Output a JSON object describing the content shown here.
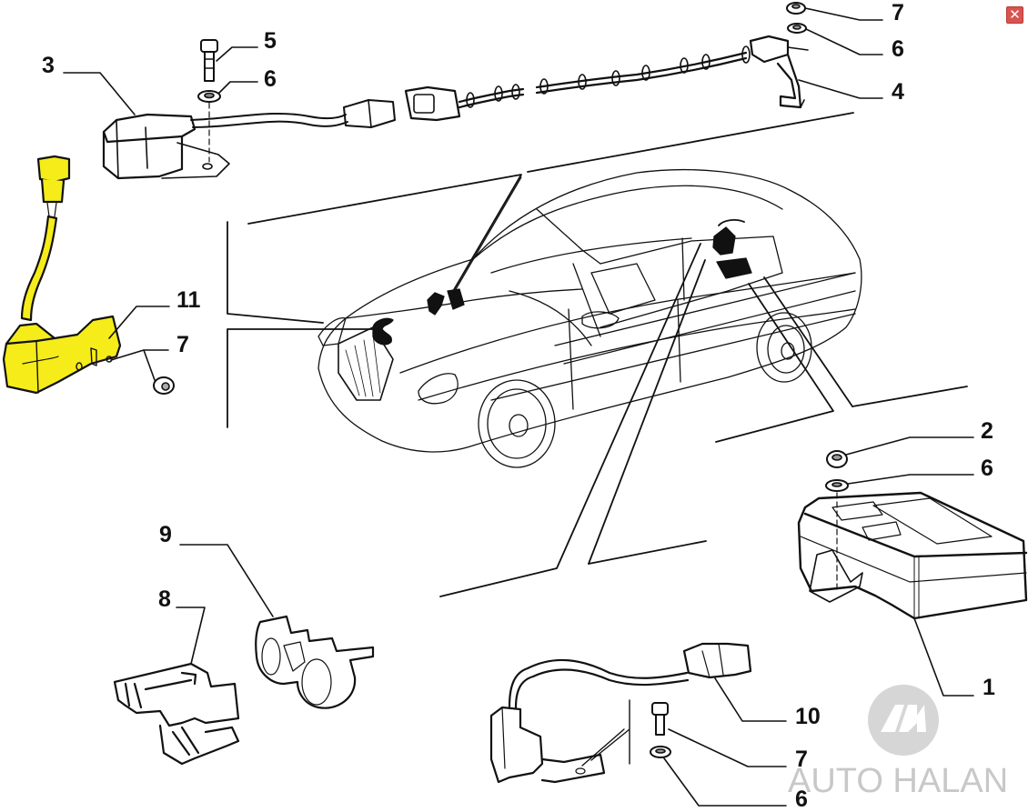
{
  "window": {
    "close_button": {
      "icon": "close-icon",
      "glyph": "✕",
      "color": "#d9534f"
    }
  },
  "diagram": {
    "title": "",
    "highlight_color": "#f5ec1a",
    "callouts": [
      {
        "id": "c3",
        "label": "3",
        "part": "sensor-module-with-cable"
      },
      {
        "id": "c5a",
        "label": "5",
        "part": "bolt"
      },
      {
        "id": "c6a",
        "label": "6",
        "part": "washer"
      },
      {
        "id": "c7a",
        "label": "7",
        "part": "nut"
      },
      {
        "id": "c6b",
        "label": "6",
        "part": "washer"
      },
      {
        "id": "c4",
        "label": "4",
        "part": "wheel-sensor-cable-with-bracket"
      },
      {
        "id": "c11",
        "label": "11",
        "part": "sensor-with-bracket-highlighted"
      },
      {
        "id": "c7b",
        "label": "7",
        "part": "nut"
      },
      {
        "id": "c2",
        "label": "2",
        "part": "nut"
      },
      {
        "id": "c6c",
        "label": "6",
        "part": "washer"
      },
      {
        "id": "c1",
        "label": "1",
        "part": "control-unit"
      },
      {
        "id": "c9",
        "label": "9",
        "part": "double-cable-clip"
      },
      {
        "id": "c8",
        "label": "8",
        "part": "cable-clip"
      },
      {
        "id": "c10",
        "label": "10",
        "part": "sensor-with-cable-and-connector"
      },
      {
        "id": "c7c",
        "label": "7",
        "part": "bolt"
      },
      {
        "id": "c6d",
        "label": "6",
        "part": "washer"
      }
    ]
  },
  "watermark": {
    "logo": "AH",
    "text": "AUTO HALAN"
  }
}
